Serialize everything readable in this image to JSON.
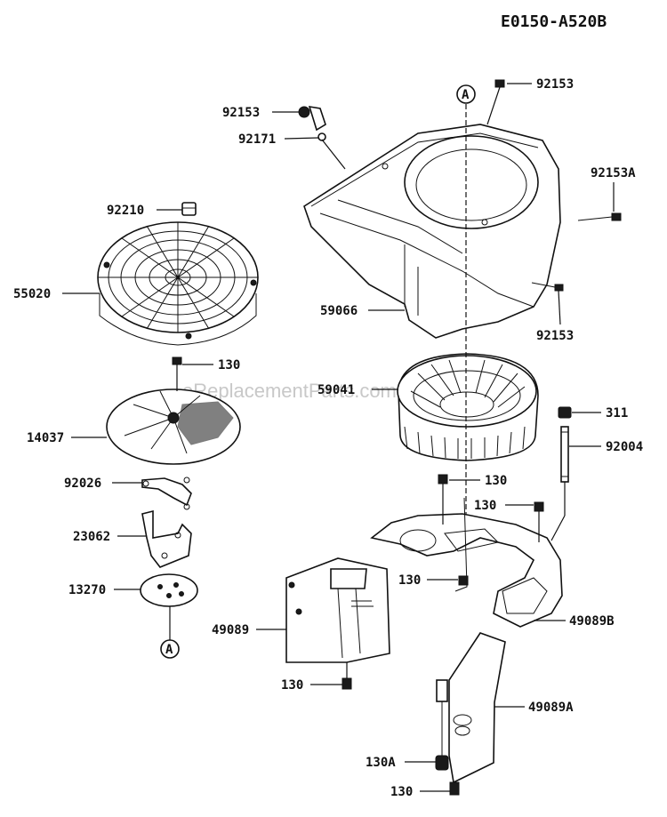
{
  "diagram_code": "E0150-A520B",
  "watermark": "eReplacementParts.com",
  "reference_marker": "A",
  "labels": {
    "l92153_top": "92153",
    "l92153_left": "92153",
    "l92171": "92171",
    "l92153A": "92153A",
    "l92210": "92210",
    "l55020": "55020",
    "l59066": "59066",
    "l92153_right": "92153",
    "l130_a": "130",
    "l59041": "59041",
    "l311": "311",
    "l14037": "14037",
    "l92004": "92004",
    "l92026": "92026",
    "l130_b": "130",
    "l130_c": "130",
    "l23062": "23062",
    "l130_d": "130",
    "l13270": "13270",
    "l49089": "49089",
    "l49089B": "49089B",
    "l130_e": "130",
    "l49089A": "49089A",
    "l130A": "130A",
    "l130_f": "130"
  }
}
